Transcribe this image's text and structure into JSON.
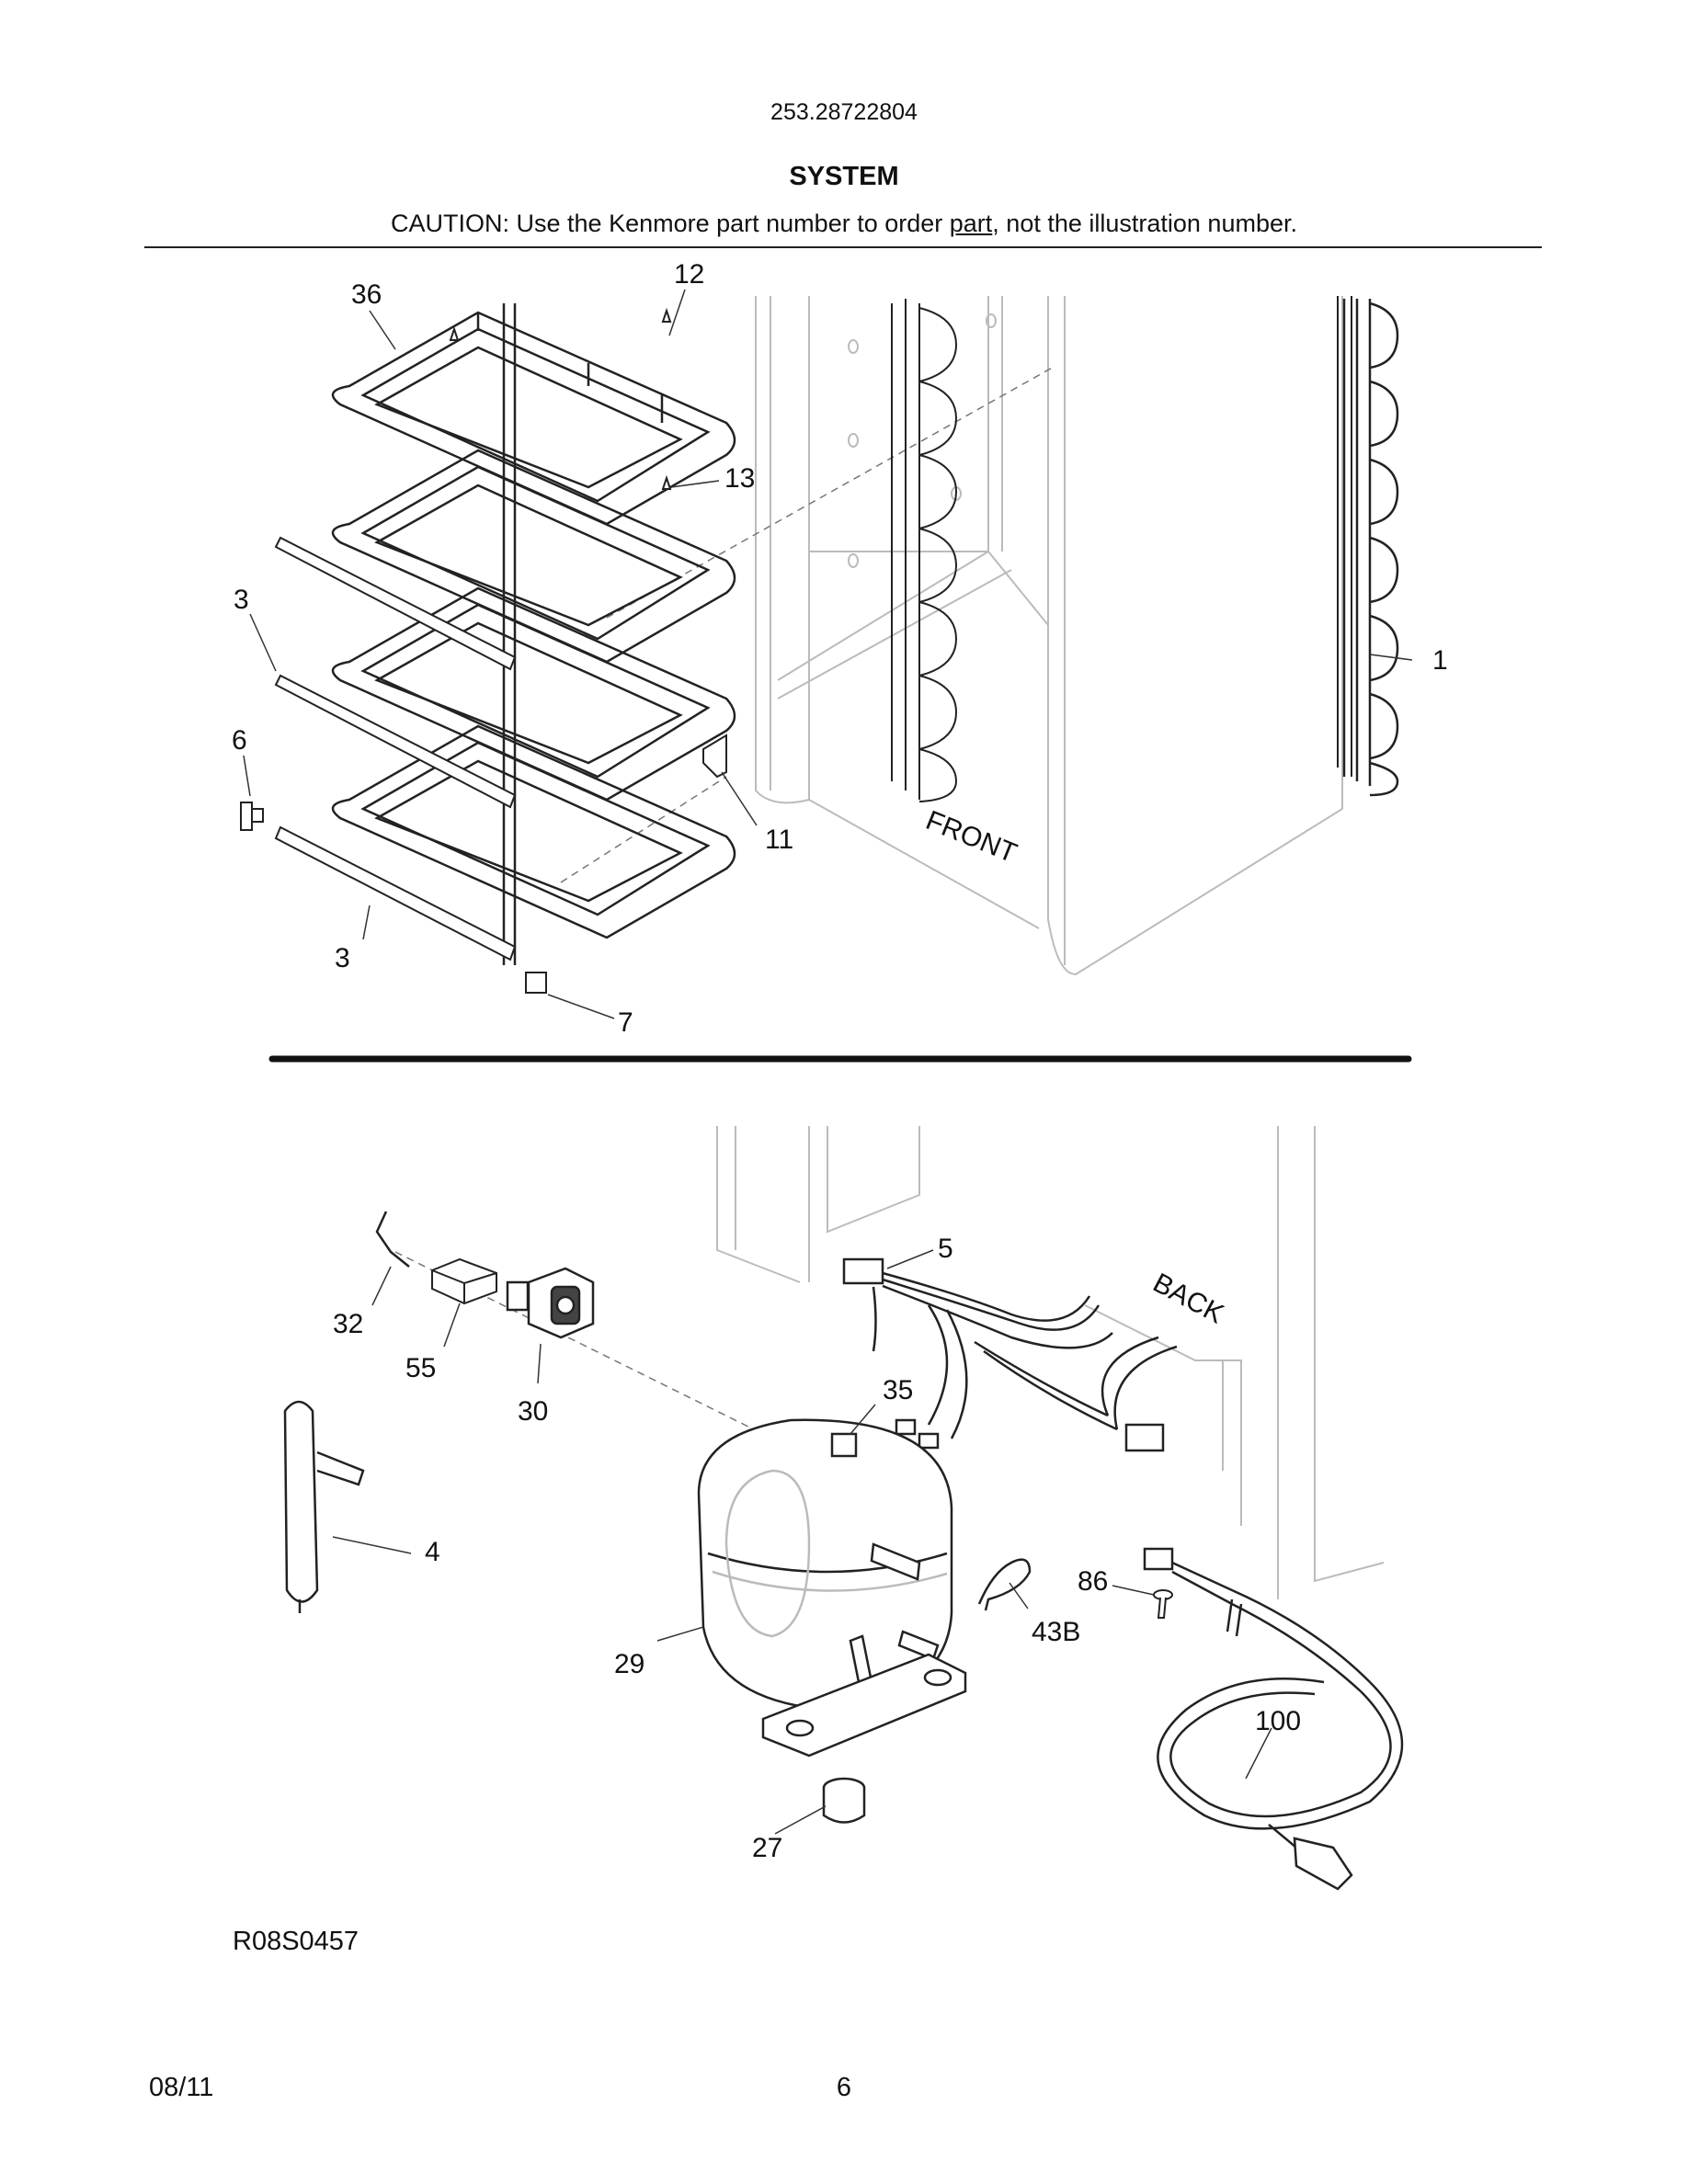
{
  "header": {
    "model_number": "253.28722804",
    "title": "SYSTEM",
    "caution_prefix": "CAUTION: Use the Kenmore part number to order ",
    "caution_underlined": "part",
    "caution_suffix": ", not the illustration number."
  },
  "diagram": {
    "top_section": {
      "callouts": [
        "36",
        "12",
        "13",
        "3",
        "6",
        "3",
        "7",
        "11",
        "1"
      ],
      "cabinet_label": "FRONT"
    },
    "bottom_section": {
      "callouts": [
        "32",
        "55",
        "30",
        "5",
        "35",
        "4",
        "29",
        "27",
        "43B",
        "86",
        "100"
      ],
      "cabinet_label": "BACK"
    }
  },
  "footer": {
    "reference": "R08S0457",
    "date": "08/11",
    "page_number": "6"
  }
}
